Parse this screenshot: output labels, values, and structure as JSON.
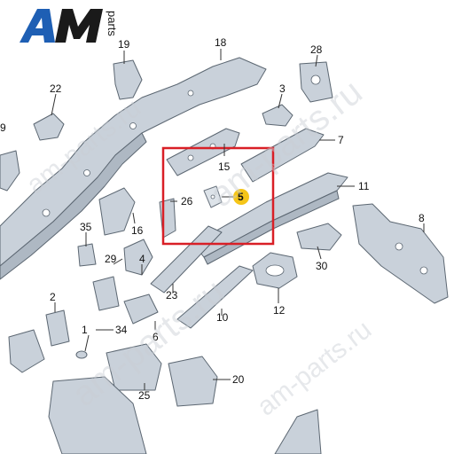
{
  "logo": {
    "letters": "AM",
    "suffix": "parts",
    "accent_color": "#1e5fb4"
  },
  "watermarks": [
    "am-parts.ru",
    "am-parts.ru",
    "am-parts.ru",
    "am-parts.ru"
  ],
  "callouts": [
    {
      "id": "c18",
      "label": "18"
    },
    {
      "id": "c19",
      "label": "19"
    },
    {
      "id": "c28",
      "label": "28"
    },
    {
      "id": "c22",
      "label": "22"
    },
    {
      "id": "c3",
      "label": "3"
    },
    {
      "id": "c7",
      "label": "7"
    },
    {
      "id": "c15",
      "label": "15"
    },
    {
      "id": "c26",
      "label": "26"
    },
    {
      "id": "c5",
      "label": "5",
      "highlighted": true
    },
    {
      "id": "c11",
      "label": "11"
    },
    {
      "id": "c35",
      "label": "35"
    },
    {
      "id": "c16",
      "label": "16"
    },
    {
      "id": "c8",
      "label": "8"
    },
    {
      "id": "c29",
      "label": "29"
    },
    {
      "id": "c4",
      "label": "4"
    },
    {
      "id": "c30",
      "label": "30"
    },
    {
      "id": "c23",
      "label": "23"
    },
    {
      "id": "c2",
      "label": "2"
    },
    {
      "id": "c12",
      "label": "12"
    },
    {
      "id": "c10",
      "label": "10"
    },
    {
      "id": "c1",
      "label": "1"
    },
    {
      "id": "c34",
      "label": "34"
    },
    {
      "id": "c6",
      "label": "6"
    },
    {
      "id": "c25",
      "label": "25"
    },
    {
      "id": "c20",
      "label": "20"
    },
    {
      "id": "c9",
      "label": "9"
    }
  ],
  "colors": {
    "highlight_box": "#d91f26",
    "highlight_badge": "#f5c518"
  }
}
